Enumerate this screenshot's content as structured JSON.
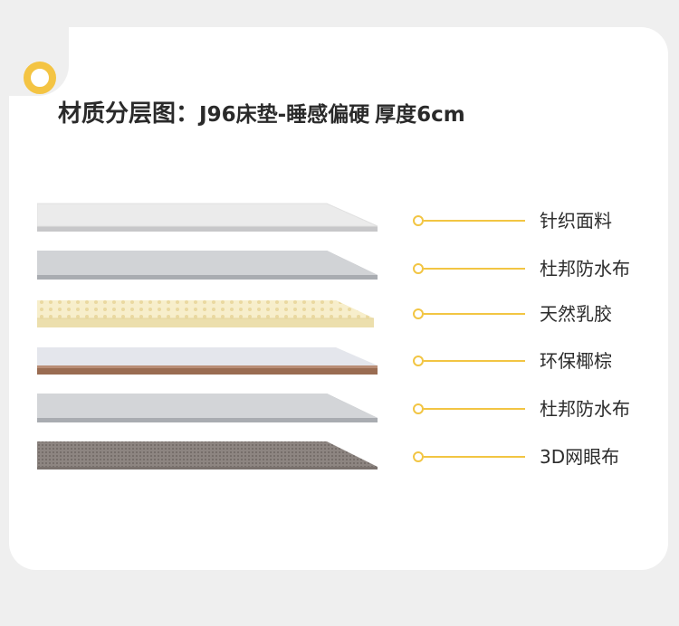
{
  "title": {
    "lead": "材质分层图：",
    "product": "J96床垫-睡感偏硬",
    "thickness": "厚度6cm"
  },
  "layers": [
    {
      "label": "针织面料",
      "kind": "knit"
    },
    {
      "label": "杜邦防水布",
      "kind": "dupont"
    },
    {
      "label": "天然乳胶",
      "kind": "latex"
    },
    {
      "label": "环保椰棕",
      "kind": "coir"
    },
    {
      "label": "杜邦防水布",
      "kind": "dupont"
    },
    {
      "label": "3D网眼布",
      "kind": "mesh"
    }
  ],
  "colors": {
    "accent": "#f2c543",
    "background": "#efefef",
    "card": "#ffffff"
  }
}
